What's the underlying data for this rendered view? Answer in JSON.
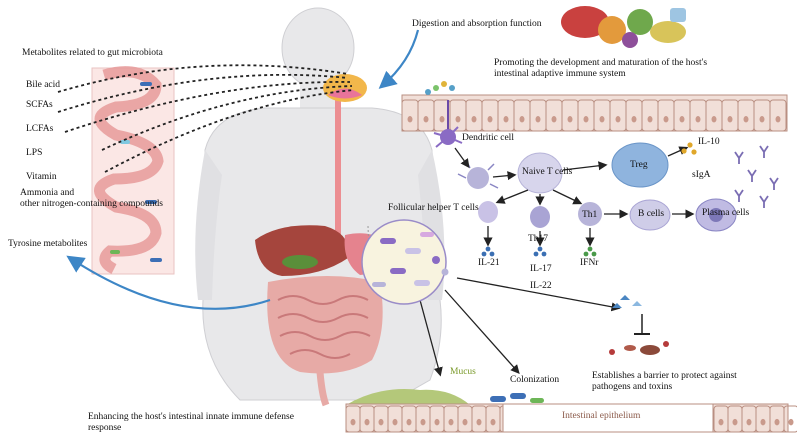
{
  "labels": {
    "digestion": "Digestion and absorption function",
    "metabolites_title": "Metabolites related to gut microbiota",
    "bile_acid": "Bile acid",
    "scfas": "SCFAs",
    "lcfas": "LCFAs",
    "lps": "LPS",
    "vitamin": "Vitamin",
    "ammonia_line1": "Ammonia and",
    "ammonia_line2": "other nitrogen-containing compounds",
    "tyrosine": "Tyrosine metabolites",
    "promoting_line1": "Promoting the development and maturation of the host's",
    "promoting_line2": "intestinal adaptive immune system",
    "dendritic": "Dendritic cell",
    "naive_t": "Naive T cells",
    "treg": "Treg",
    "il10": "IL-10",
    "siga": "sIgA",
    "tfh": "Follicular helper T cells",
    "th17": "Th17",
    "th1": "Th1",
    "b_cells": "B cells",
    "plasma": "Plasma cells",
    "il21": "IL-21",
    "il17": "IL-17",
    "il22": "IL-22",
    "ifnr": "IFNr",
    "mucus": "Mucus",
    "colonization": "Colonization",
    "barrier_line1": "Establishes a barrier to protect against",
    "barrier_line2": "pathogens and toxins",
    "innate_line1": "Enhancing the host's intestinal innate immune defense",
    "innate_line2": "response",
    "epithelium": "Intestinal epithelium"
  },
  "colors": {
    "arrow_blue": "#3d86c6",
    "immune_cell": "#b7b4d9",
    "treg_cell": "#8fb4de",
    "epithelium": "#f1dfd8",
    "gut_pink": "#e7aaa6",
    "mucus_green": "#b4c87a",
    "body_gray": "#e8e8ea"
  }
}
